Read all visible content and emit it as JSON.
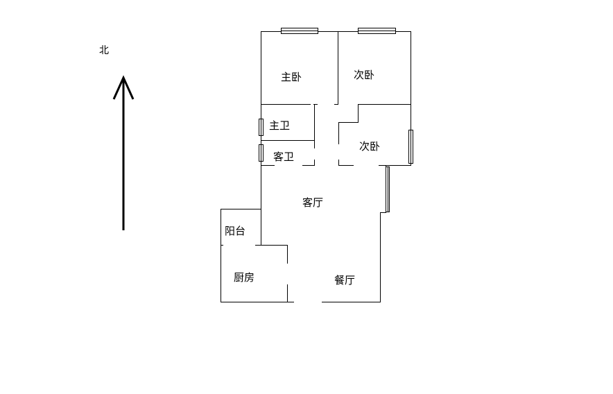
{
  "compass": {
    "label": "北",
    "icon": "north-arrow-icon"
  },
  "rooms": {
    "master_bedroom": "主卧",
    "second_bedroom_north": "次卧",
    "master_bath": "主卫",
    "guest_bath": "客卫",
    "second_bedroom_east": "次卧",
    "living_room": "客厅",
    "balcony": "阳台",
    "kitchen": "厨房",
    "dining_room": "餐厅"
  }
}
